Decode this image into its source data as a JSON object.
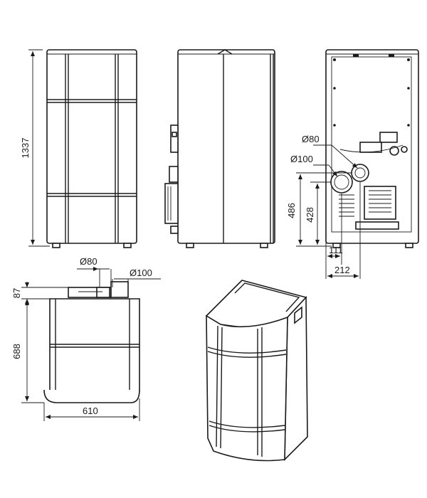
{
  "dimensions": {
    "height_total": "1337",
    "outlet_80": "Ø80",
    "inlet_100": "Ø100",
    "height_486": "486",
    "height_428": "428",
    "offset_111": "111",
    "offset_212": "212",
    "top_87": "87",
    "depth_688": "688",
    "width_610": "610",
    "top_outlet_80": "Ø80",
    "top_inlet_100": "Ø100"
  },
  "colors": {
    "line": "#1a1a1a",
    "background": "#ffffff"
  }
}
